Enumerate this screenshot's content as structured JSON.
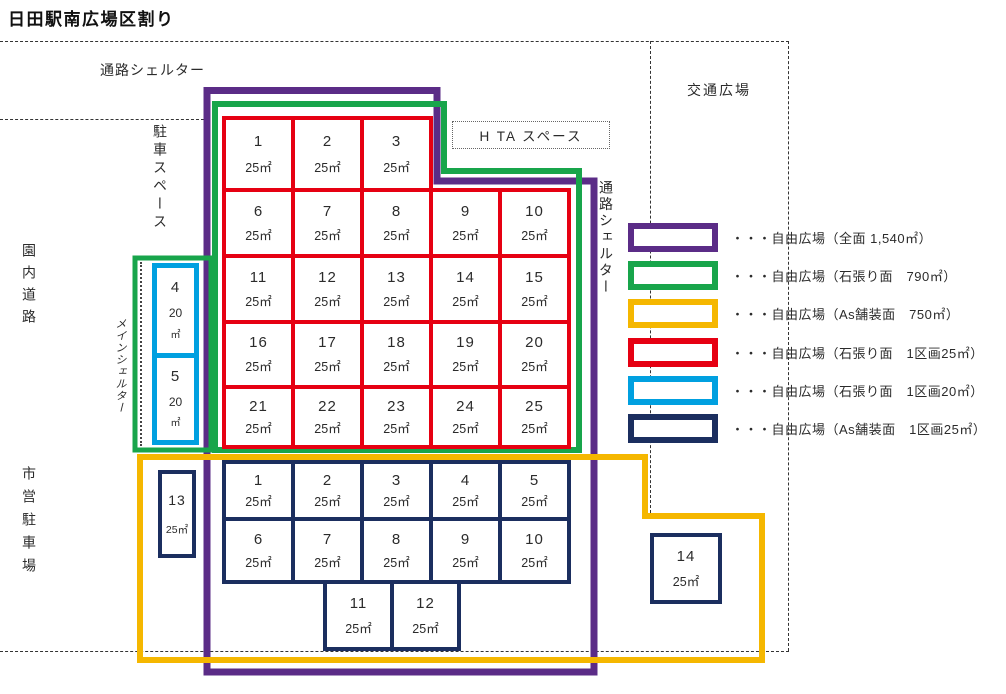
{
  "title": "日田駅南広場区割り",
  "colors": {
    "purple": "#5b2c87",
    "green": "#18a54b",
    "yellow": "#f5b700",
    "red": "#e60012",
    "light_blue": "#00a0e0",
    "navy": "#1b2e5f"
  },
  "labels": {
    "passage_shelter_top": "通路シェルター",
    "parking_space": "駐車スペース",
    "park_road": "園内道路",
    "main_shelter": "メインシェルター",
    "city_parking": "市営駐車場",
    "passage_shelter_right": "通路シェルター",
    "traffic_plaza": "交通広場",
    "hta_space": "H TA スペース"
  },
  "legend": {
    "items": [
      {
        "color_key": "purple",
        "label": "・・・自由広場（全面 1,540㎡）"
      },
      {
        "color_key": "green",
        "label": "・・・自由広場（石張り面　790㎡）"
      },
      {
        "color_key": "yellow",
        "label": "・・・自由広場（As舗装面　750㎡）"
      },
      {
        "color_key": "red",
        "label": "・・・自由広場（石張り面　1区画25㎡）"
      },
      {
        "color_key": "light_blue",
        "label": "・・・自由広場（石張り面　1区画20㎡）"
      },
      {
        "color_key": "navy",
        "label": "・・・自由広場（As舗装面　1区画25㎡）"
      }
    ]
  },
  "red_grid": {
    "cells": [
      {
        "num": "1",
        "area": "25㎡"
      },
      {
        "num": "2",
        "area": "25㎡"
      },
      {
        "num": "3",
        "area": "25㎡"
      },
      {
        "num": "6",
        "area": "25㎡"
      },
      {
        "num": "7",
        "area": "25㎡"
      },
      {
        "num": "8",
        "area": "25㎡"
      },
      {
        "num": "9",
        "area": "25㎡"
      },
      {
        "num": "10",
        "area": "25㎡"
      },
      {
        "num": "11",
        "area": "25㎡"
      },
      {
        "num": "12",
        "area": "25㎡"
      },
      {
        "num": "13",
        "area": "25㎡"
      },
      {
        "num": "14",
        "area": "25㎡"
      },
      {
        "num": "15",
        "area": "25㎡"
      },
      {
        "num": "16",
        "area": "25㎡"
      },
      {
        "num": "17",
        "area": "25㎡"
      },
      {
        "num": "18",
        "area": "25㎡"
      },
      {
        "num": "19",
        "area": "25㎡"
      },
      {
        "num": "20",
        "area": "25㎡"
      },
      {
        "num": "21",
        "area": "25㎡"
      },
      {
        "num": "22",
        "area": "25㎡"
      },
      {
        "num": "23",
        "area": "25㎡"
      },
      {
        "num": "24",
        "area": "25㎡"
      },
      {
        "num": "25",
        "area": "25㎡"
      }
    ]
  },
  "blue_cells": [
    {
      "num": "4",
      "area_value": "20",
      "area_unit": "㎡"
    },
    {
      "num": "5",
      "area_value": "20",
      "area_unit": "㎡"
    }
  ],
  "navy_grid": {
    "cells": [
      {
        "num": "1",
        "area": "25㎡"
      },
      {
        "num": "2",
        "area": "25㎡"
      },
      {
        "num": "3",
        "area": "25㎡"
      },
      {
        "num": "4",
        "area": "25㎡"
      },
      {
        "num": "5",
        "area": "25㎡"
      },
      {
        "num": "6",
        "area": "25㎡"
      },
      {
        "num": "7",
        "area": "25㎡"
      },
      {
        "num": "8",
        "area": "25㎡"
      },
      {
        "num": "9",
        "area": "25㎡"
      },
      {
        "num": "10",
        "area": "25㎡"
      }
    ]
  },
  "navy_bottom_cells": [
    {
      "num": "11",
      "area": "25㎡"
    },
    {
      "num": "12",
      "area": "25㎡"
    }
  ],
  "navy_box_13": {
    "num": "13",
    "area": "25㎡"
  },
  "navy_box_14": {
    "num": "14",
    "area": "25㎡"
  }
}
